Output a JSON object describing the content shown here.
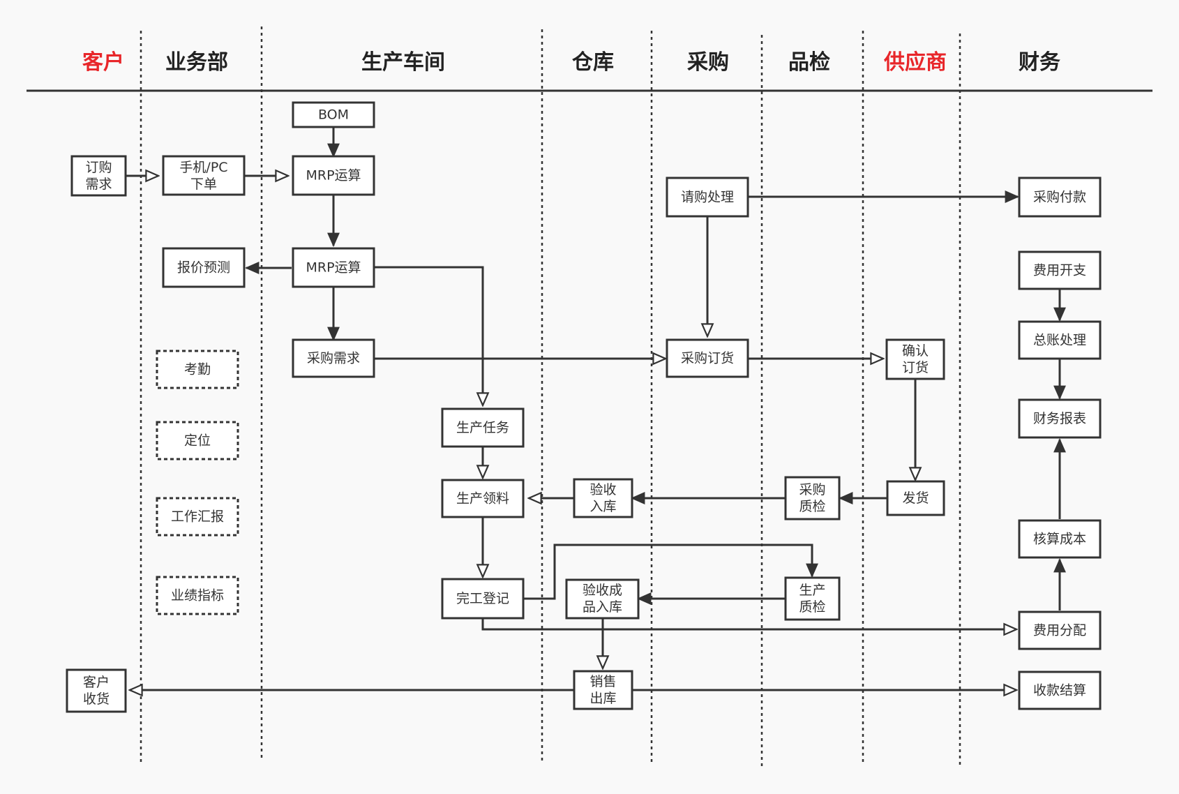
{
  "colors": {
    "ink": "#333333",
    "accent": "#e8262a"
  },
  "lanes": [
    {
      "id": "customer",
      "label": "客户",
      "accent": true
    },
    {
      "id": "sales",
      "label": "业务部",
      "accent": false
    },
    {
      "id": "workshop",
      "label": "生产车间",
      "accent": false
    },
    {
      "id": "warehouse",
      "label": "仓库",
      "accent": false
    },
    {
      "id": "purchase",
      "label": "采购",
      "accent": false
    },
    {
      "id": "qc",
      "label": "品检",
      "accent": false
    },
    {
      "id": "supplier",
      "label": "供应商",
      "accent": true
    },
    {
      "id": "finance",
      "label": "财务",
      "accent": false
    }
  ],
  "nodes": {
    "bom": [
      "BOM"
    ],
    "order_demand": [
      "订购",
      "需求"
    ],
    "mobile_order": [
      "手机/PC",
      "下单"
    ],
    "mrp1": [
      "MRP运算"
    ],
    "purchase_req": [
      "请购处理"
    ],
    "purchase_pay": [
      "采购付款"
    ],
    "quote_forecast": [
      "报价预测"
    ],
    "mrp2": [
      "MRP运算"
    ],
    "expense": [
      "费用开支"
    ],
    "ledger": [
      "总账处理"
    ],
    "attendance": [
      "考勤"
    ],
    "purchase_demand": [
      "采购需求"
    ],
    "purchase_order": [
      "采购订货"
    ],
    "confirm_order": [
      "确认",
      "订货"
    ],
    "fin_report": [
      "财务报表"
    ],
    "location": [
      "定位"
    ],
    "prod_task": [
      "生产任务"
    ],
    "prod_material": [
      "生产领料"
    ],
    "accept_in": [
      "验收",
      "入库"
    ],
    "purchase_qc": [
      "采购",
      "质检"
    ],
    "ship": [
      "发货"
    ],
    "work_report": [
      "工作汇报"
    ],
    "cost_calc": [
      "核算成本"
    ],
    "kpi": [
      "业绩指标"
    ],
    "finish_reg": [
      "完工登记"
    ],
    "finished_in": [
      "验收成",
      "品入库"
    ],
    "prod_qc": [
      "生产",
      "质检"
    ],
    "expense_alloc": [
      "费用分配"
    ],
    "customer_recv": [
      "客户",
      "收货"
    ],
    "sales_out": [
      "销售",
      "出库"
    ],
    "collect": [
      "收款结算"
    ]
  }
}
